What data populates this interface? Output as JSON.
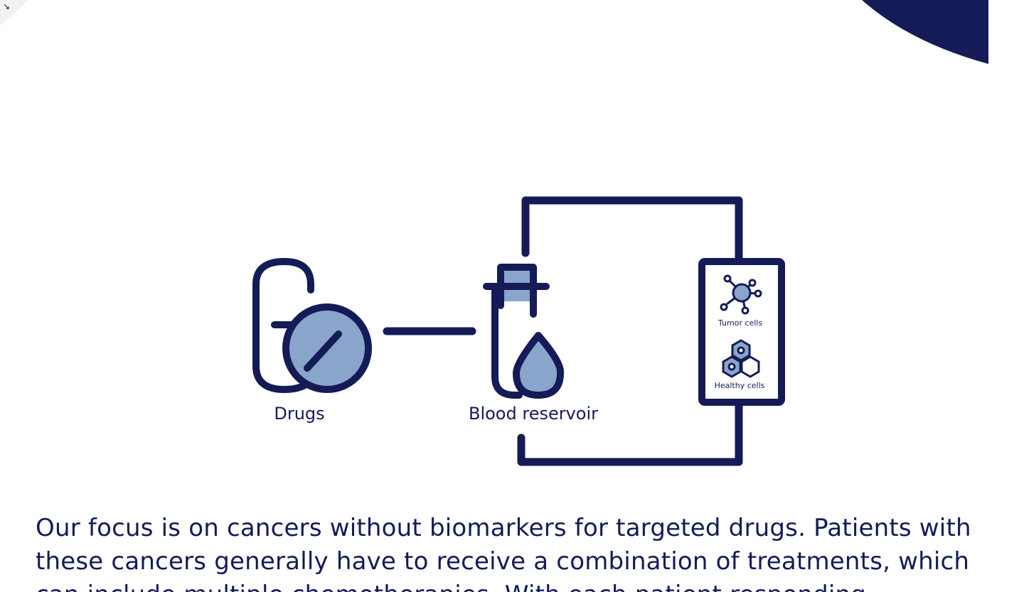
{
  "colors": {
    "navy": "#141b57",
    "light_blue": "#8aa5cb",
    "background": "#ffffff"
  },
  "icons": {
    "resize": "resize-arrow-icon"
  },
  "diagram": {
    "drugs_label": "Drugs",
    "reservoir_label": "Blood reservoir",
    "tumor_label": "Tumor cells",
    "healthy_label": "Healthy cells"
  },
  "main": {
    "paragraph": "Our focus is on cancers without biomarkers for targeted drugs. Patients with these cancers generally have to receive a combination of treatments, which can include multiple chemotherapies. With each patient responding"
  }
}
